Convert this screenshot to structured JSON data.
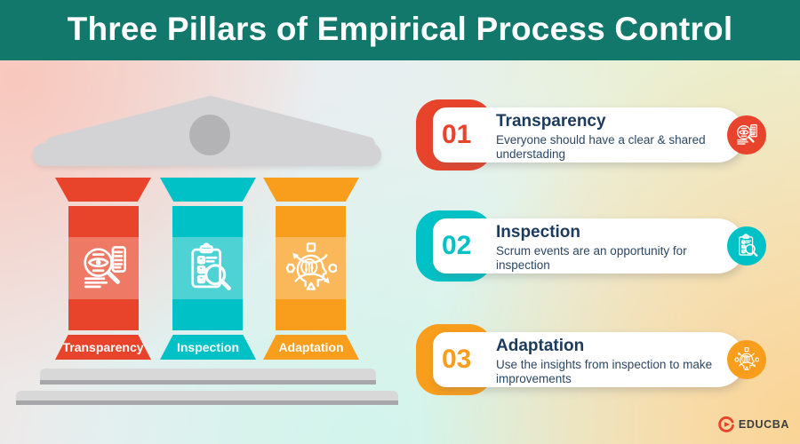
{
  "header": {
    "title": "Three Pillars of Empirical Process Control"
  },
  "pillars": [
    {
      "label": "Transparency",
      "color": "#E8432B",
      "light_color": "#EE7A66",
      "icon": "eye-magnifier-icon"
    },
    {
      "label": "Inspection",
      "color": "#00C2C6",
      "light_color": "#4FD2D4",
      "icon": "clipboard-magnifier-icon"
    },
    {
      "label": "Adaptation",
      "color": "#F99D1C",
      "light_color": "#FBB85A",
      "icon": "head-process-icon"
    }
  ],
  "cards": [
    {
      "number": "01",
      "title": "Transparency",
      "description": "Everyone should have a clear & shared understading",
      "color": "#E8432B",
      "icon": "eye-magnifier-icon"
    },
    {
      "number": "02",
      "title": "Inspection",
      "description": "Scrum events are an opportunity for inspection",
      "color": "#00C2C6",
      "icon": "clipboard-magnifier-icon"
    },
    {
      "number": "03",
      "title": "Adaptation",
      "description": "Use the insights from inspection to make improvements",
      "color": "#F99D1C",
      "icon": "head-process-icon"
    }
  ],
  "temple": {
    "pediment_color": "#D3D3D5",
    "tympanum_circle_color": "#B3B3B5",
    "step_color": "#D8D8D9",
    "step_edge_color": "#A7A7A9"
  },
  "logo": {
    "text": "EDUCBA",
    "icon": "educba-logo-icon",
    "accent_color": "#E8432B"
  },
  "colors": {
    "header_bg": "#11786B",
    "title_text": "#FFFFFF",
    "card_title_text": "#1C3A5E",
    "card_desc_text": "#2B4763"
  }
}
